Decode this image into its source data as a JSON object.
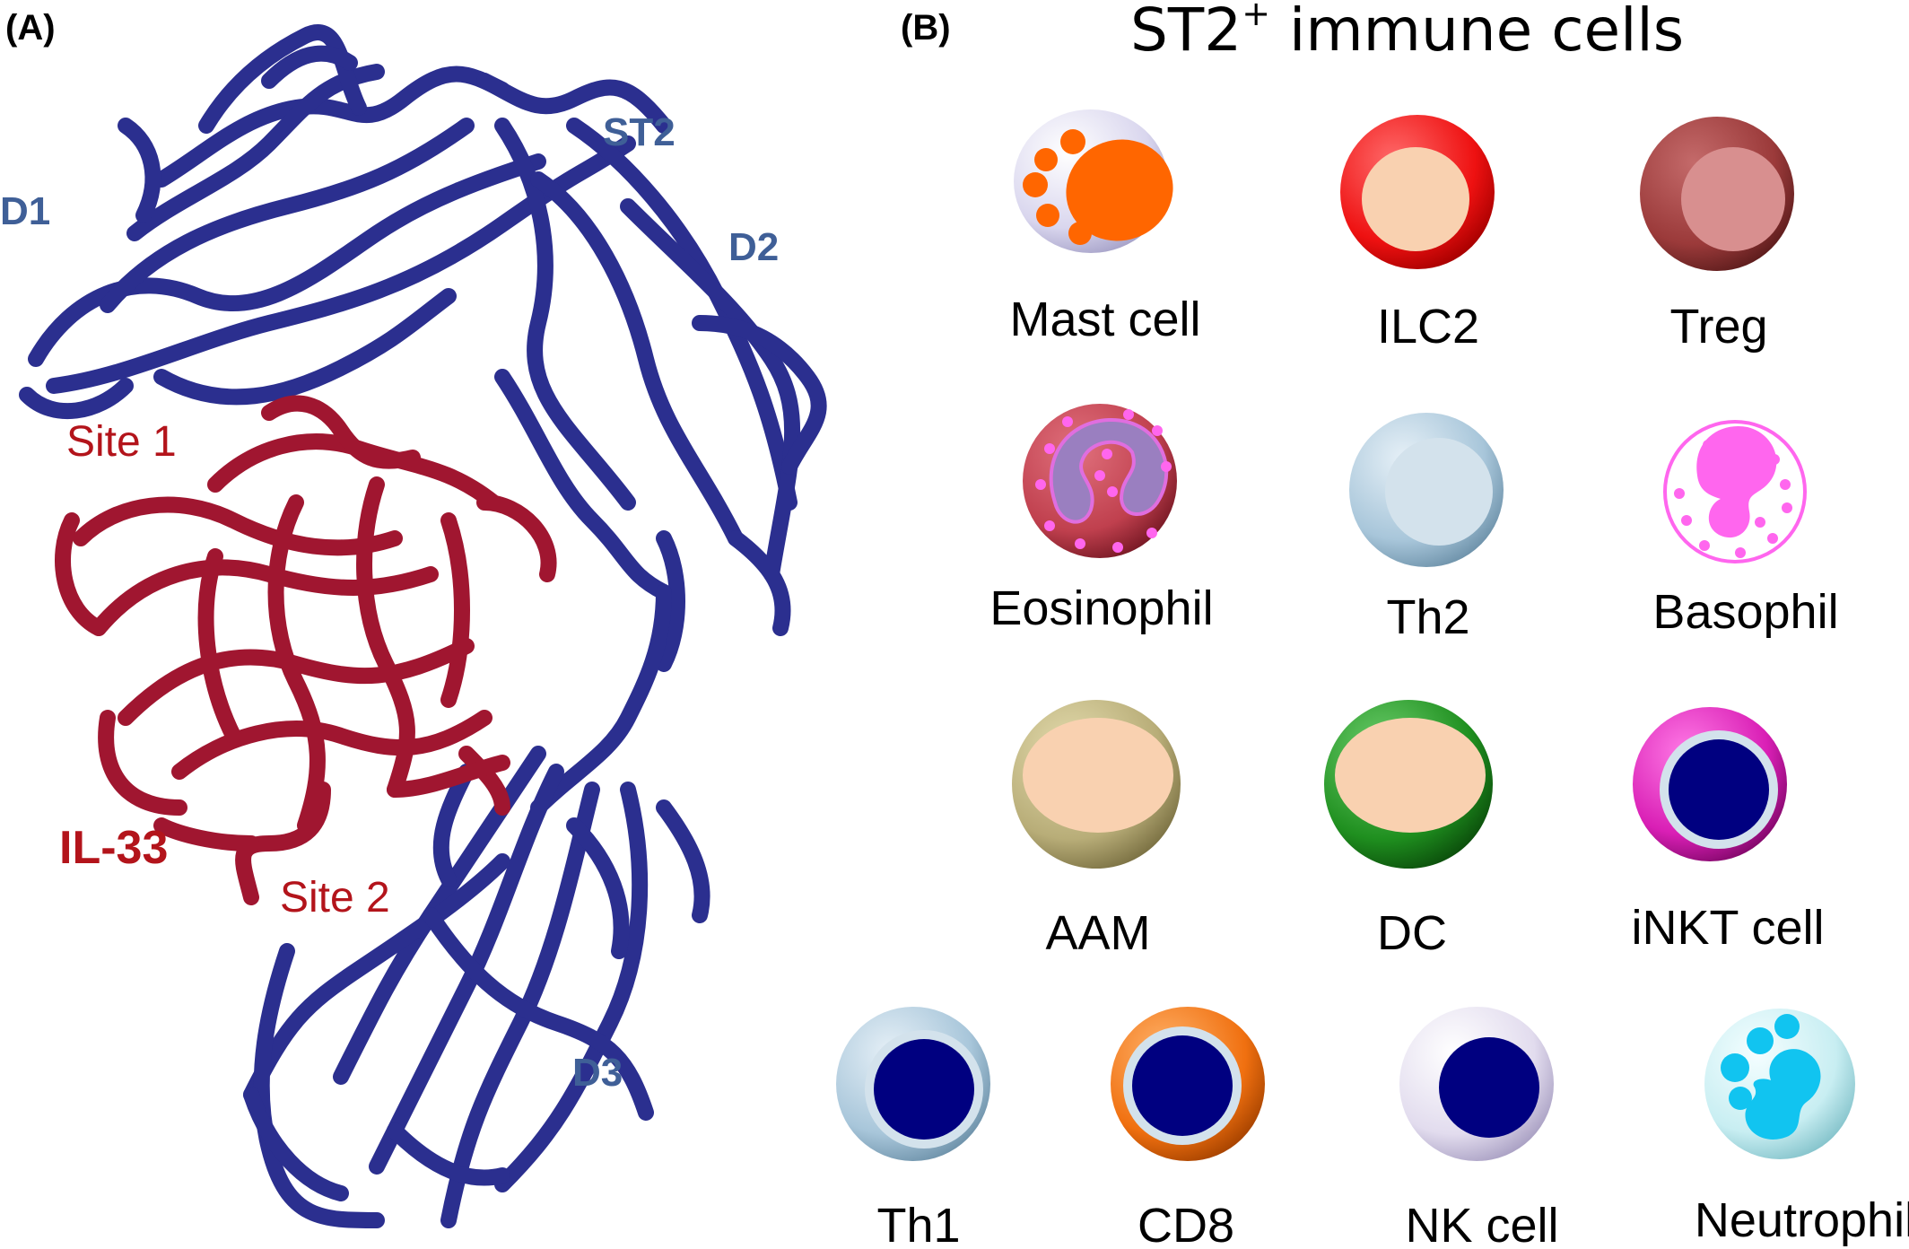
{
  "panel_a": {
    "letter": "(A)",
    "labels": {
      "d1": "D1",
      "st2": "ST2",
      "d2": "D2",
      "d3": "D3",
      "site1": "Site 1",
      "site2": "Site 2",
      "il33": "IL-33"
    },
    "colors": {
      "st2_ribbon": "#2b2f8f",
      "st2_label": "#3f5f97",
      "il33_ribbon": "#a01630",
      "il33_label": "#b3141b"
    }
  },
  "panel_b": {
    "letter": "(B)",
    "title_main": "ST2",
    "title_sup": "+",
    "title_rest": " immune cells",
    "cells": [
      {
        "label": "Mast cell",
        "icon": "mast-cell-icon",
        "outer": "#d9d6ee",
        "inner": "#ff6600"
      },
      {
        "label": "ILC2",
        "icon": "ilc2-icon",
        "outer": "#ee1111",
        "inner": "#f9d1b0"
      },
      {
        "label": "Treg",
        "icon": "treg-icon",
        "outer": "#9b3a3a",
        "inner": "#d88f8f"
      },
      {
        "label": "Eosinophil",
        "icon": "eosinophil-icon",
        "outer": "#c0404e",
        "inner": "#9a7fc0"
      },
      {
        "label": "Th2",
        "icon": "th2-icon",
        "outer": "#a8c6da",
        "inner": "#d3e2ec"
      },
      {
        "label": "Basophil",
        "icon": "basophil-icon",
        "outer": "#ffffff",
        "inner": "#ff66ee"
      },
      {
        "label": "AAM",
        "icon": "aam-icon",
        "outer": "#b8ad78",
        "inner": "#f9d1b0"
      },
      {
        "label": "DC",
        "icon": "dc-icon",
        "outer": "#1f8f1f",
        "inner": "#f9d1b0"
      },
      {
        "label": "iNKT cell",
        "icon": "inkt-cell-icon",
        "outer": "#d91fb5",
        "inner": "#000080"
      },
      {
        "label": "Th1",
        "icon": "th1-icon",
        "outer": "#a8c6da",
        "inner": "#000080"
      },
      {
        "label": "CD8",
        "icon": "cd8-icon",
        "outer": "#f07010",
        "inner": "#000080"
      },
      {
        "label": "NK cell",
        "icon": "nk-cell-icon",
        "outer": "#e2dcee",
        "inner": "#000080"
      },
      {
        "label": "Neutrophil",
        "icon": "neutrophil-icon",
        "outer": "#c8eef2",
        "inner": "#11c4f0"
      }
    ]
  }
}
